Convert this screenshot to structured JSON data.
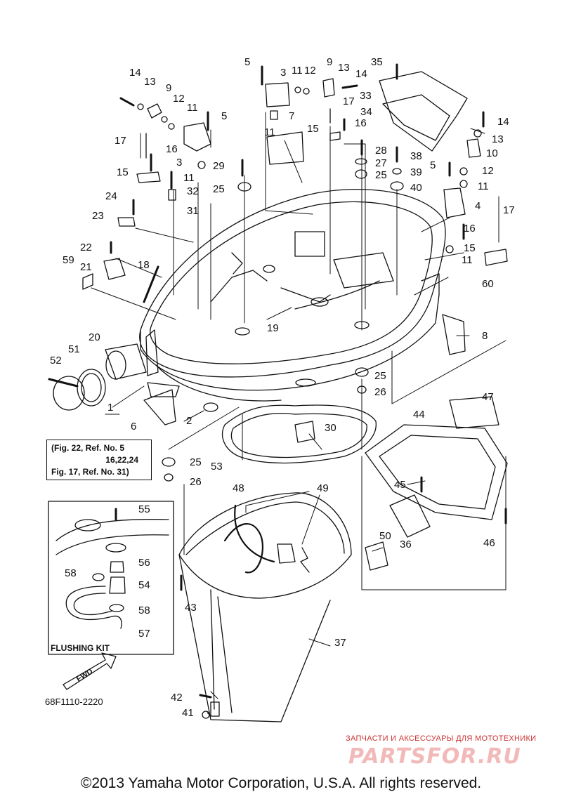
{
  "diagram": {
    "callouts": [
      {
        "id": "c-14a",
        "text": "14"
      },
      {
        "id": "c-13a",
        "text": "13"
      },
      {
        "id": "c-9a",
        "text": "9"
      },
      {
        "id": "c-12a",
        "text": "12"
      },
      {
        "id": "c-11a",
        "text": "11"
      },
      {
        "id": "c-5a",
        "text": "5"
      },
      {
        "id": "c-17a",
        "text": "17"
      },
      {
        "id": "c-16a",
        "text": "16"
      },
      {
        "id": "c-3a",
        "text": "3"
      },
      {
        "id": "c-11b",
        "text": "11"
      },
      {
        "id": "c-15a",
        "text": "15"
      },
      {
        "id": "c-32",
        "text": "32"
      },
      {
        "id": "c-24",
        "text": "24"
      },
      {
        "id": "c-31",
        "text": "31"
      },
      {
        "id": "c-23",
        "text": "23"
      },
      {
        "id": "c-22",
        "text": "22"
      },
      {
        "id": "c-59",
        "text": "59"
      },
      {
        "id": "c-21",
        "text": "21"
      },
      {
        "id": "c-18",
        "text": "18"
      },
      {
        "id": "c-5b",
        "text": "5"
      },
      {
        "id": "c-3b",
        "text": "3"
      },
      {
        "id": "c-11c",
        "text": "11"
      },
      {
        "id": "c-12b",
        "text": "12"
      },
      {
        "id": "c-9b",
        "text": "9"
      },
      {
        "id": "c-13b",
        "text": "13"
      },
      {
        "id": "c-14b",
        "text": "14"
      },
      {
        "id": "c-17b",
        "text": "17"
      },
      {
        "id": "c-7",
        "text": "7"
      },
      {
        "id": "c-11d",
        "text": "11"
      },
      {
        "id": "c-15b",
        "text": "15"
      },
      {
        "id": "c-16b",
        "text": "16"
      },
      {
        "id": "c-29",
        "text": "29"
      },
      {
        "id": "c-25a",
        "text": "25"
      },
      {
        "id": "c-35",
        "text": "35"
      },
      {
        "id": "c-33",
        "text": "33"
      },
      {
        "id": "c-34",
        "text": "34"
      },
      {
        "id": "c-28",
        "text": "28"
      },
      {
        "id": "c-27",
        "text": "27"
      },
      {
        "id": "c-25b",
        "text": "25"
      },
      {
        "id": "c-38",
        "text": "38"
      },
      {
        "id": "c-39",
        "text": "39"
      },
      {
        "id": "c-40",
        "text": "40"
      },
      {
        "id": "c-14c",
        "text": "14"
      },
      {
        "id": "c-13c",
        "text": "13"
      },
      {
        "id": "c-10",
        "text": "10"
      },
      {
        "id": "c-5c",
        "text": "5"
      },
      {
        "id": "c-12c",
        "text": "12"
      },
      {
        "id": "c-11e",
        "text": "11"
      },
      {
        "id": "c-4",
        "text": "4"
      },
      {
        "id": "c-17c",
        "text": "17"
      },
      {
        "id": "c-16c",
        "text": "16"
      },
      {
        "id": "c-15c",
        "text": "15"
      },
      {
        "id": "c-11f",
        "text": "11"
      },
      {
        "id": "c-60",
        "text": "60"
      },
      {
        "id": "c-19",
        "text": "19"
      },
      {
        "id": "c-8",
        "text": "8"
      },
      {
        "id": "c-20",
        "text": "20"
      },
      {
        "id": "c-51",
        "text": "51"
      },
      {
        "id": "c-52",
        "text": "52"
      },
      {
        "id": "c-1",
        "text": "1"
      },
      {
        "id": "c-6",
        "text": "6"
      },
      {
        "id": "c-2",
        "text": "2"
      },
      {
        "id": "c-25c",
        "text": "25"
      },
      {
        "id": "c-26a",
        "text": "26"
      },
      {
        "id": "c-47",
        "text": "47"
      },
      {
        "id": "c-44",
        "text": "44"
      },
      {
        "id": "c-30",
        "text": "30"
      },
      {
        "id": "c-53",
        "text": "53"
      },
      {
        "id": "c-25d",
        "text": "25"
      },
      {
        "id": "c-26b",
        "text": "26"
      },
      {
        "id": "c-45",
        "text": "45"
      },
      {
        "id": "c-48",
        "text": "48"
      },
      {
        "id": "c-49",
        "text": "49"
      },
      {
        "id": "c-36",
        "text": "36"
      },
      {
        "id": "c-46",
        "text": "46"
      },
      {
        "id": "c-50",
        "text": "50"
      },
      {
        "id": "c-55",
        "text": "55"
      },
      {
        "id": "c-56",
        "text": "56"
      },
      {
        "id": "c-58a",
        "text": "58"
      },
      {
        "id": "c-54",
        "text": "54"
      },
      {
        "id": "c-58b",
        "text": "58"
      },
      {
        "id": "c-57",
        "text": "57"
      },
      {
        "id": "c-43",
        "text": "43"
      },
      {
        "id": "c-37",
        "text": "37"
      },
      {
        "id": "c-42",
        "text": "42"
      },
      {
        "id": "c-41",
        "text": "41"
      }
    ],
    "reference_note": {
      "line1": "(Fig. 22, Ref. No. 5",
      "line2": "16,22,24",
      "line3": "Fig. 17, Ref. No. 31)"
    },
    "flushing_kit_label": "FLUSHING KIT",
    "fwd_label": "FWD",
    "diagram_code": "68F1110-2220",
    "watermark": {
      "tagline": "ЗАПЧАСТИ И АКСЕССУАРЫ ДЛЯ МОТОТЕХНИКИ",
      "logo": "PARTSFOR.RU"
    },
    "copyright": "©2013 Yamaha Motor Corporation, U.S.A. All rights reserved."
  }
}
